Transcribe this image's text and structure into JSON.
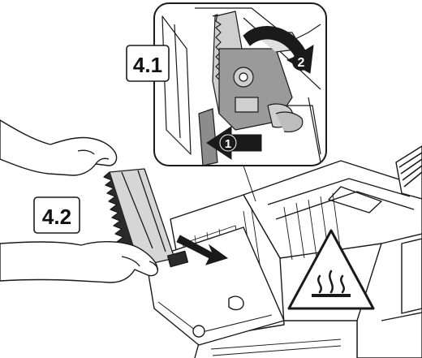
{
  "figure": {
    "steps": {
      "step_4_1": "4.1",
      "step_4_2": "4.2"
    },
    "callouts": {
      "arrow_1": "1",
      "arrow_2": "2"
    },
    "icons": {
      "warning": "hot-surface-warning-icon"
    },
    "colors": {
      "line": "#1a1a1a",
      "shade_dark": "#2b2b2b",
      "shade_mid": "#8c8c8c",
      "shade_light": "#c9c9c9",
      "background": "#ffffff"
    }
  }
}
